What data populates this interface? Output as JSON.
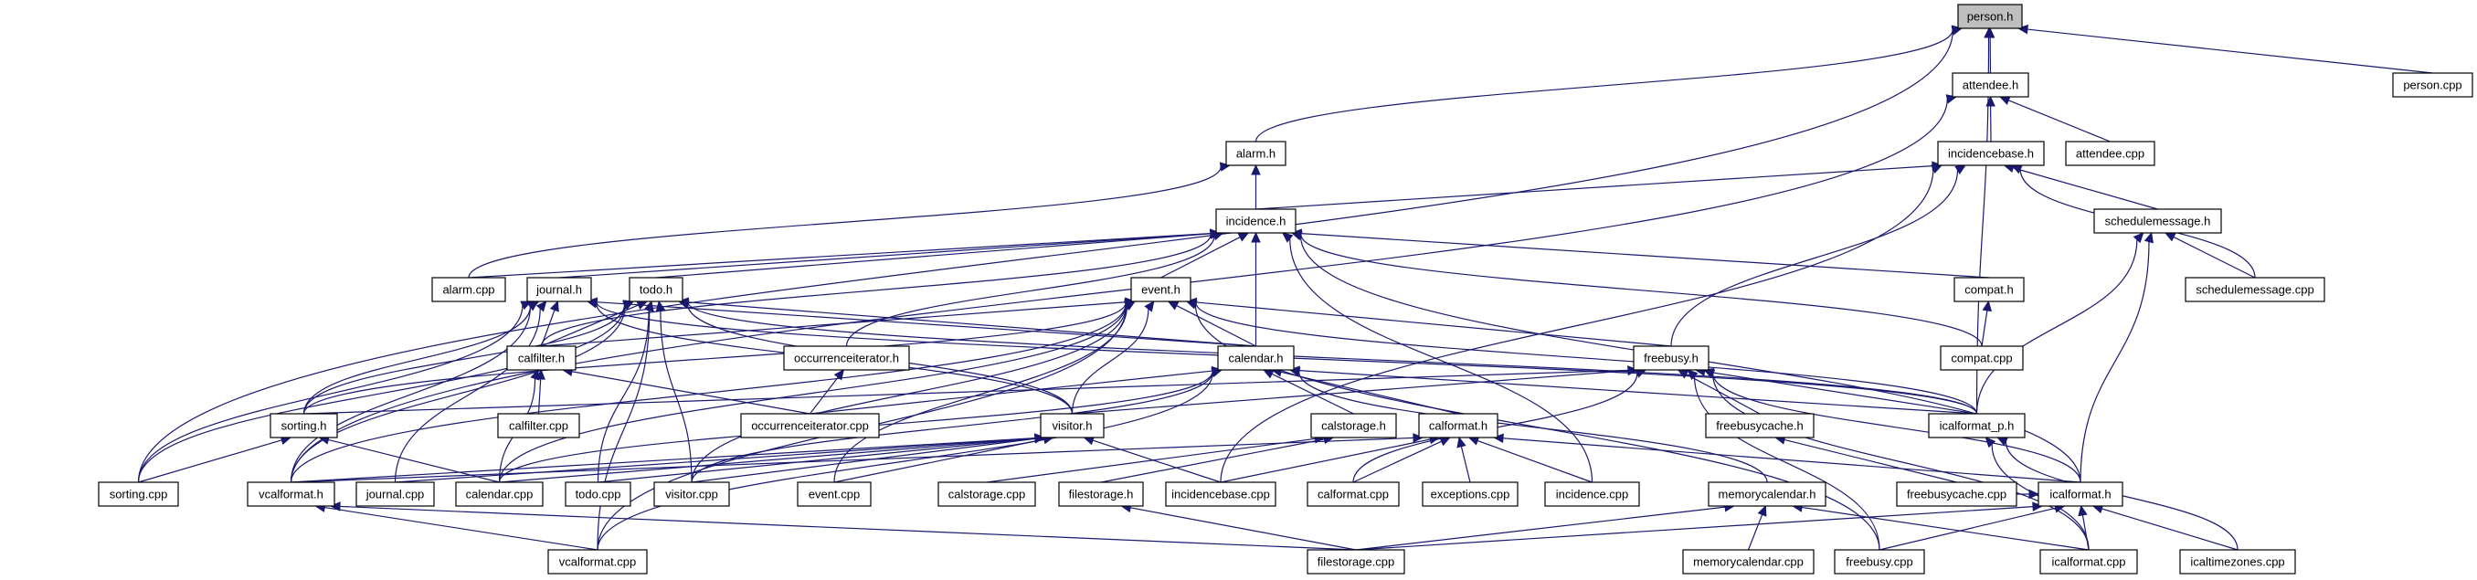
{
  "title": "person.h include dependency graph",
  "colors": {
    "edge": "#191970",
    "root_fill": "#bfbfbf",
    "node_fill": "#ffffff",
    "node_border": "#000000"
  },
  "root": "person.h",
  "nodes": [
    {
      "id": "person.h",
      "label": "person.h",
      "root": true
    },
    {
      "id": "attendee.h",
      "label": "attendee.h"
    },
    {
      "id": "person.cpp",
      "label": "person.cpp"
    },
    {
      "id": "alarm.h",
      "label": "alarm.h"
    },
    {
      "id": "incidencebase.h",
      "label": "incidencebase.h"
    },
    {
      "id": "attendee.cpp",
      "label": "attendee.cpp"
    },
    {
      "id": "incidence.h",
      "label": "incidence.h"
    },
    {
      "id": "schedulemessage.h",
      "label": "schedulemessage.h"
    },
    {
      "id": "alarm.cpp",
      "label": "alarm.cpp"
    },
    {
      "id": "journal.h",
      "label": "journal.h"
    },
    {
      "id": "todo.h",
      "label": "todo.h"
    },
    {
      "id": "event.h",
      "label": "event.h"
    },
    {
      "id": "compat.h",
      "label": "compat.h"
    },
    {
      "id": "schedulemessage.cpp",
      "label": "schedulemessage.cpp"
    },
    {
      "id": "calfilter.h",
      "label": "calfilter.h"
    },
    {
      "id": "occurrenceiterator.h",
      "label": "occurrenceiterator.h"
    },
    {
      "id": "calendar.h",
      "label": "calendar.h"
    },
    {
      "id": "freebusy.h",
      "label": "freebusy.h"
    },
    {
      "id": "compat.cpp",
      "label": "compat.cpp"
    },
    {
      "id": "sorting.h",
      "label": "sorting.h"
    },
    {
      "id": "calfilter.cpp",
      "label": "calfilter.cpp"
    },
    {
      "id": "occurrenceiterator.cpp",
      "label": "occurrenceiterator.cpp"
    },
    {
      "id": "visitor.h",
      "label": "visitor.h"
    },
    {
      "id": "calstorage.h",
      "label": "calstorage.h"
    },
    {
      "id": "calformat.h",
      "label": "calformat.h"
    },
    {
      "id": "freebusycache.h",
      "label": "freebusycache.h"
    },
    {
      "id": "icalformat_p.h",
      "label": "icalformat_p.h"
    },
    {
      "id": "sorting.cpp",
      "label": "sorting.cpp"
    },
    {
      "id": "vcalformat.h",
      "label": "vcalformat.h"
    },
    {
      "id": "journal.cpp",
      "label": "journal.cpp"
    },
    {
      "id": "calendar.cpp",
      "label": "calendar.cpp"
    },
    {
      "id": "todo.cpp",
      "label": "todo.cpp"
    },
    {
      "id": "visitor.cpp",
      "label": "visitor.cpp"
    },
    {
      "id": "event.cpp",
      "label": "event.cpp"
    },
    {
      "id": "calstorage.cpp",
      "label": "calstorage.cpp"
    },
    {
      "id": "filestorage.h",
      "label": "filestorage.h"
    },
    {
      "id": "incidencebase.cpp",
      "label": "incidencebase.cpp"
    },
    {
      "id": "calformat.cpp",
      "label": "calformat.cpp"
    },
    {
      "id": "exceptions.cpp",
      "label": "exceptions.cpp"
    },
    {
      "id": "incidence.cpp",
      "label": "incidence.cpp"
    },
    {
      "id": "memorycalendar.h",
      "label": "memorycalendar.h"
    },
    {
      "id": "freebusycache.cpp",
      "label": "freebusycache.cpp"
    },
    {
      "id": "icalformat.h",
      "label": "icalformat.h"
    },
    {
      "id": "vcalformat.cpp",
      "label": "vcalformat.cpp"
    },
    {
      "id": "filestorage.cpp",
      "label": "filestorage.cpp"
    },
    {
      "id": "memorycalendar.cpp",
      "label": "memorycalendar.cpp"
    },
    {
      "id": "freebusy.cpp",
      "label": "freebusy.cpp"
    },
    {
      "id": "icalformat.cpp",
      "label": "icalformat.cpp"
    },
    {
      "id": "icaltimezones.cpp",
      "label": "icaltimezones.cpp"
    }
  ],
  "edges": [
    [
      "attendee.h",
      "person.h"
    ],
    [
      "person.cpp",
      "person.h"
    ],
    [
      "alarm.h",
      "person.h"
    ],
    [
      "sorting.cpp",
      "person.h"
    ],
    [
      "icalformat_p.h",
      "person.h"
    ],
    [
      "incidencebase.h",
      "attendee.h"
    ],
    [
      "attendee.cpp",
      "attendee.h"
    ],
    [
      "vcalformat.h",
      "attendee.h"
    ],
    [
      "incidence.h",
      "alarm.h"
    ],
    [
      "alarm.cpp",
      "alarm.h"
    ],
    [
      "incidence.h",
      "incidencebase.h"
    ],
    [
      "schedulemessage.h",
      "incidencebase.h"
    ],
    [
      "freebusy.h",
      "incidencebase.h"
    ],
    [
      "incidencebase.cpp",
      "incidencebase.h"
    ],
    [
      "schedulemessage.cpp",
      "incidencebase.h"
    ],
    [
      "alarm.cpp",
      "incidence.h"
    ],
    [
      "journal.h",
      "incidence.h"
    ],
    [
      "todo.h",
      "incidence.h"
    ],
    [
      "event.h",
      "incidence.h"
    ],
    [
      "compat.h",
      "incidence.h"
    ],
    [
      "calfilter.h",
      "incidence.h"
    ],
    [
      "occurrenceiterator.h",
      "incidence.h"
    ],
    [
      "calendar.h",
      "incidence.h"
    ],
    [
      "compat.cpp",
      "incidence.h"
    ],
    [
      "incidence.cpp",
      "incidence.h"
    ],
    [
      "icalformat.h",
      "incidence.h"
    ],
    [
      "schedulemessage.cpp",
      "schedulemessage.h"
    ],
    [
      "icalformat_p.h",
      "schedulemessage.h"
    ],
    [
      "icalformat.h",
      "schedulemessage.h"
    ],
    [
      "calfilter.h",
      "journal.h"
    ],
    [
      "calendar.h",
      "journal.h"
    ],
    [
      "sorting.h",
      "journal.h"
    ],
    [
      "journal.cpp",
      "journal.h"
    ],
    [
      "visitor.h",
      "journal.h"
    ],
    [
      "sorting.cpp",
      "journal.h"
    ],
    [
      "vcalformat.h",
      "journal.h"
    ],
    [
      "icalformat_p.h",
      "journal.h"
    ],
    [
      "calfilter.h",
      "todo.h"
    ],
    [
      "calendar.h",
      "todo.h"
    ],
    [
      "sorting.h",
      "todo.h"
    ],
    [
      "todo.cpp",
      "todo.h"
    ],
    [
      "visitor.h",
      "todo.h"
    ],
    [
      "visitor.cpp",
      "todo.h"
    ],
    [
      "vcalformat.h",
      "todo.h"
    ],
    [
      "vcalformat.cpp",
      "todo.h"
    ],
    [
      "icalformat_p.h",
      "todo.h"
    ],
    [
      "sorting.cpp",
      "todo.h"
    ],
    [
      "calfilter.h",
      "event.h"
    ],
    [
      "calendar.h",
      "event.h"
    ],
    [
      "sorting.h",
      "event.h"
    ],
    [
      "visitor.h",
      "event.h"
    ],
    [
      "event.cpp",
      "event.h"
    ],
    [
      "freebusy.h",
      "event.h"
    ],
    [
      "icalformat_p.h",
      "event.h"
    ],
    [
      "vcalformat.h",
      "event.h"
    ],
    [
      "visitor.cpp",
      "event.h"
    ],
    [
      "calendar.cpp",
      "event.h"
    ],
    [
      "vcalformat.cpp",
      "event.h"
    ],
    [
      "freebusy.cpp",
      "event.h"
    ],
    [
      "compat.cpp",
      "compat.h"
    ],
    [
      "calfilter.cpp",
      "calfilter.h"
    ],
    [
      "occurrenceiterator.cpp",
      "calfilter.h"
    ],
    [
      "calendar.cpp",
      "calfilter.h"
    ],
    [
      "occurrenceiterator.cpp",
      "occurrenceiterator.h"
    ],
    [
      "occurrenceiterator.cpp",
      "calendar.h"
    ],
    [
      "calstorage.h",
      "calendar.h"
    ],
    [
      "calformat.h",
      "calendar.h"
    ],
    [
      "calendar.cpp",
      "calendar.h"
    ],
    [
      "memorycalendar.h",
      "calendar.h"
    ],
    [
      "vcalformat.cpp",
      "calendar.h"
    ],
    [
      "visitor.cpp",
      "calendar.h"
    ],
    [
      "icalformat_p.h",
      "calendar.h"
    ],
    [
      "freebusycache.h",
      "freebusy.h"
    ],
    [
      "icalformat_p.h",
      "freebusy.h"
    ],
    [
      "freebusy.cpp",
      "freebusy.h"
    ],
    [
      "sorting.h",
      "freebusy.h"
    ],
    [
      "visitor.h",
      "freebusy.h"
    ],
    [
      "icalformat.h",
      "freebusy.h"
    ],
    [
      "icalformat.cpp",
      "freebusy.h"
    ],
    [
      "calformat.cpp",
      "freebusy.h"
    ],
    [
      "sorting.cpp",
      "sorting.h"
    ],
    [
      "calendar.cpp",
      "sorting.h"
    ],
    [
      "visitor.cpp",
      "visitor.h"
    ],
    [
      "incidencebase.cpp",
      "visitor.h"
    ],
    [
      "event.cpp",
      "visitor.h"
    ],
    [
      "vcalformat.h",
      "visitor.h"
    ],
    [
      "journal.cpp",
      "visitor.h"
    ],
    [
      "todo.cpp",
      "visitor.h"
    ],
    [
      "calendar.cpp",
      "visitor.h"
    ],
    [
      "calstorage.cpp",
      "calstorage.h"
    ],
    [
      "filestorage.h",
      "calstorage.h"
    ],
    [
      "calformat.cpp",
      "calformat.h"
    ],
    [
      "exceptions.cpp",
      "calformat.h"
    ],
    [
      "incidence.cpp",
      "calformat.h"
    ],
    [
      "vcalformat.h",
      "calformat.h"
    ],
    [
      "incidencebase.cpp",
      "calformat.h"
    ],
    [
      "icalformat.h",
      "calformat.h"
    ],
    [
      "freebusycache.cpp",
      "freebusycache.h"
    ],
    [
      "icalformat.cpp",
      "icalformat_p.h"
    ],
    [
      "icaltimezones.cpp",
      "icalformat_p.h"
    ],
    [
      "vcalformat.cpp",
      "vcalformat.h"
    ],
    [
      "filestorage.cpp",
      "vcalformat.h"
    ],
    [
      "filestorage.cpp",
      "filestorage.h"
    ],
    [
      "memorycalendar.cpp",
      "memorycalendar.h"
    ],
    [
      "filestorage.cpp",
      "memorycalendar.h"
    ],
    [
      "icalformat.cpp",
      "memorycalendar.h"
    ],
    [
      "icalformat.cpp",
      "icalformat.h"
    ],
    [
      "icaltimezones.cpp",
      "icalformat.h"
    ],
    [
      "freebusy.cpp",
      "icalformat.h"
    ],
    [
      "filestorage.cpp",
      "icalformat.h"
    ],
    [
      "freebusycache.cpp",
      "icalformat.h"
    ]
  ]
}
